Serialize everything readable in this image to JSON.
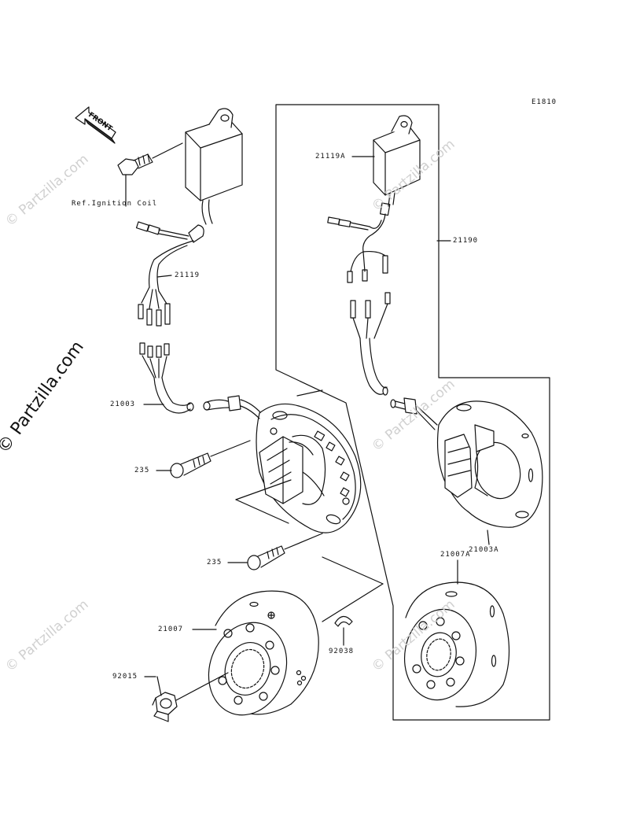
{
  "diagram": {
    "code": "E1810",
    "front_label": "FRONT",
    "ref_note": "Ref.Ignition Coil",
    "watermark": "© Partzilla.com"
  },
  "callouts": [
    {
      "id": "21119A",
      "name": "callout-21119a"
    },
    {
      "id": "21190",
      "name": "callout-21190"
    },
    {
      "id": "21119",
      "name": "callout-21119"
    },
    {
      "id": "21003",
      "name": "callout-21003"
    },
    {
      "id": "235",
      "name": "callout-235-upper"
    },
    {
      "id": "235",
      "name": "callout-235-lower"
    },
    {
      "id": "21003A",
      "name": "callout-21003a"
    },
    {
      "id": "21007A",
      "name": "callout-21007a"
    },
    {
      "id": "21007",
      "name": "callout-21007"
    },
    {
      "id": "92038",
      "name": "callout-92038"
    },
    {
      "id": "92015",
      "name": "callout-92015"
    }
  ]
}
